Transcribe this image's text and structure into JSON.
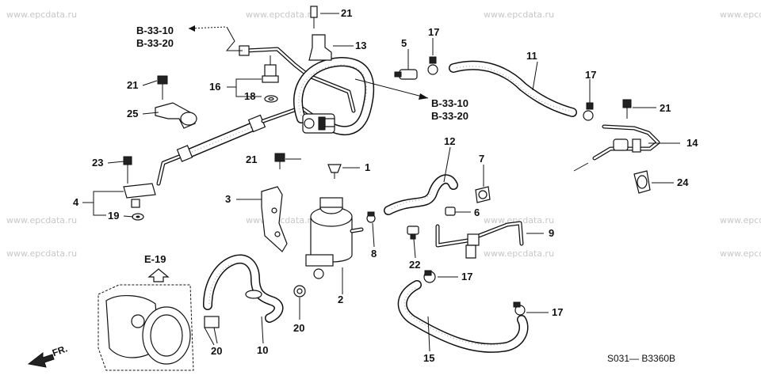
{
  "watermark": "www.epcdata.ru",
  "refs": {
    "top_left_a": "B-33-10",
    "top_left_b": "B-33-20",
    "mid_right_a": "B-33-10",
    "mid_right_b": "B-33-20",
    "e19": "E-19"
  },
  "callouts": {
    "c21_top": "21",
    "c13": "13",
    "c5": "5",
    "c17_top": "17",
    "c11": "11",
    "c21_left": "21",
    "c16": "16",
    "c18": "18",
    "c25": "25",
    "c17_right": "17",
    "c21_right": "21",
    "c14": "14",
    "c12": "12",
    "c7": "7",
    "c24": "24",
    "c23": "23",
    "c21_mid": "21",
    "c1": "1",
    "c3": "3",
    "c4": "4",
    "c19": "19",
    "c6": "6",
    "c9": "9",
    "c8": "8",
    "c22": "22",
    "c17_mid": "17",
    "c2": "2",
    "c20_mid": "20",
    "c10": "10",
    "c20_left": "20",
    "c15": "15",
    "c17_bottom": "17"
  },
  "fr_label": "FR.",
  "diagram_code": "S031— B3360B"
}
